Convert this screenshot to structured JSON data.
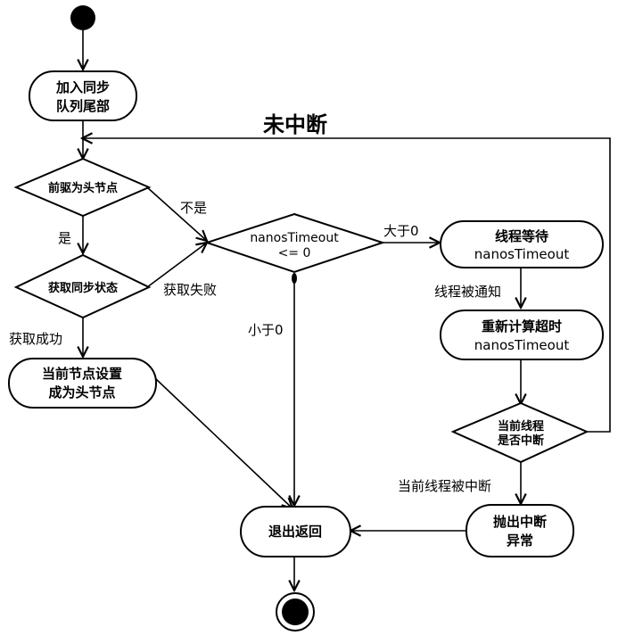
{
  "nodes": {
    "enqueue": [
      "加入同步",
      "队列尾部"
    ],
    "pred_is_head": "前驱为头节点",
    "acquire_sync_state": "获取同步状态",
    "set_head": [
      "当前节点设置",
      "成为头节点"
    ],
    "nanos_timeout_check": [
      "nanosTimeout",
      "<= 0"
    ],
    "thread_wait": [
      "线程等待",
      "nanosTimeout"
    ],
    "recompute": [
      "重新计算超时",
      "nanosTimeout"
    ],
    "is_interrupted": [
      "当前线程",
      "是否中断"
    ],
    "throw_interrupt": [
      "抛出中断",
      "异常"
    ],
    "exit_return": "退出返回"
  },
  "edges": {
    "not_interrupted": "未中断",
    "not_head": "不是",
    "is_head": "是",
    "acquire_failed": "获取失败",
    "acquire_success": "获取成功",
    "greater_than_zero": "大于0",
    "less_than_zero": "小于0",
    "thread_notified": "线程被通知",
    "thread_interrupted": "当前线程被中断"
  }
}
